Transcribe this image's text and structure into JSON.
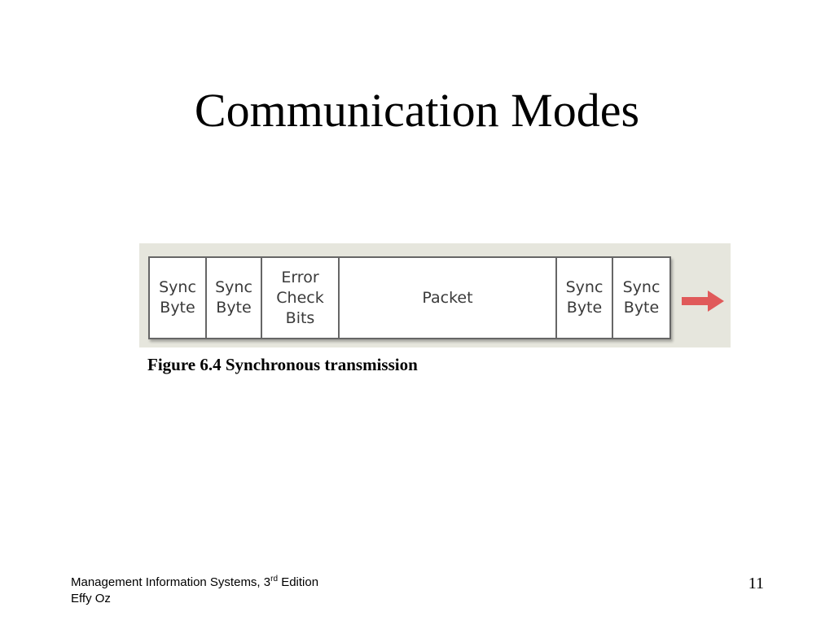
{
  "title": "Communication Modes",
  "figure": {
    "caption": "Figure 6.4 Synchronous transmission",
    "cells": [
      {
        "label": "Sync\nByte"
      },
      {
        "label": "Sync\nByte"
      },
      {
        "label": "Error\nCheck\nBits"
      },
      {
        "label": "Packet"
      },
      {
        "label": "Sync\nByte"
      },
      {
        "label": "Sync\nByte"
      }
    ],
    "arrow_icon": "arrow-right-icon",
    "colors": {
      "background": "#e6e6dd",
      "arrow": "#e05a5a",
      "border": "#666666"
    }
  },
  "footer": {
    "book_title_pre": "Management Information Systems, 3",
    "book_title_sup": "rd",
    "book_title_post": " Edition",
    "author": "Effy Oz",
    "page_number": "11"
  }
}
